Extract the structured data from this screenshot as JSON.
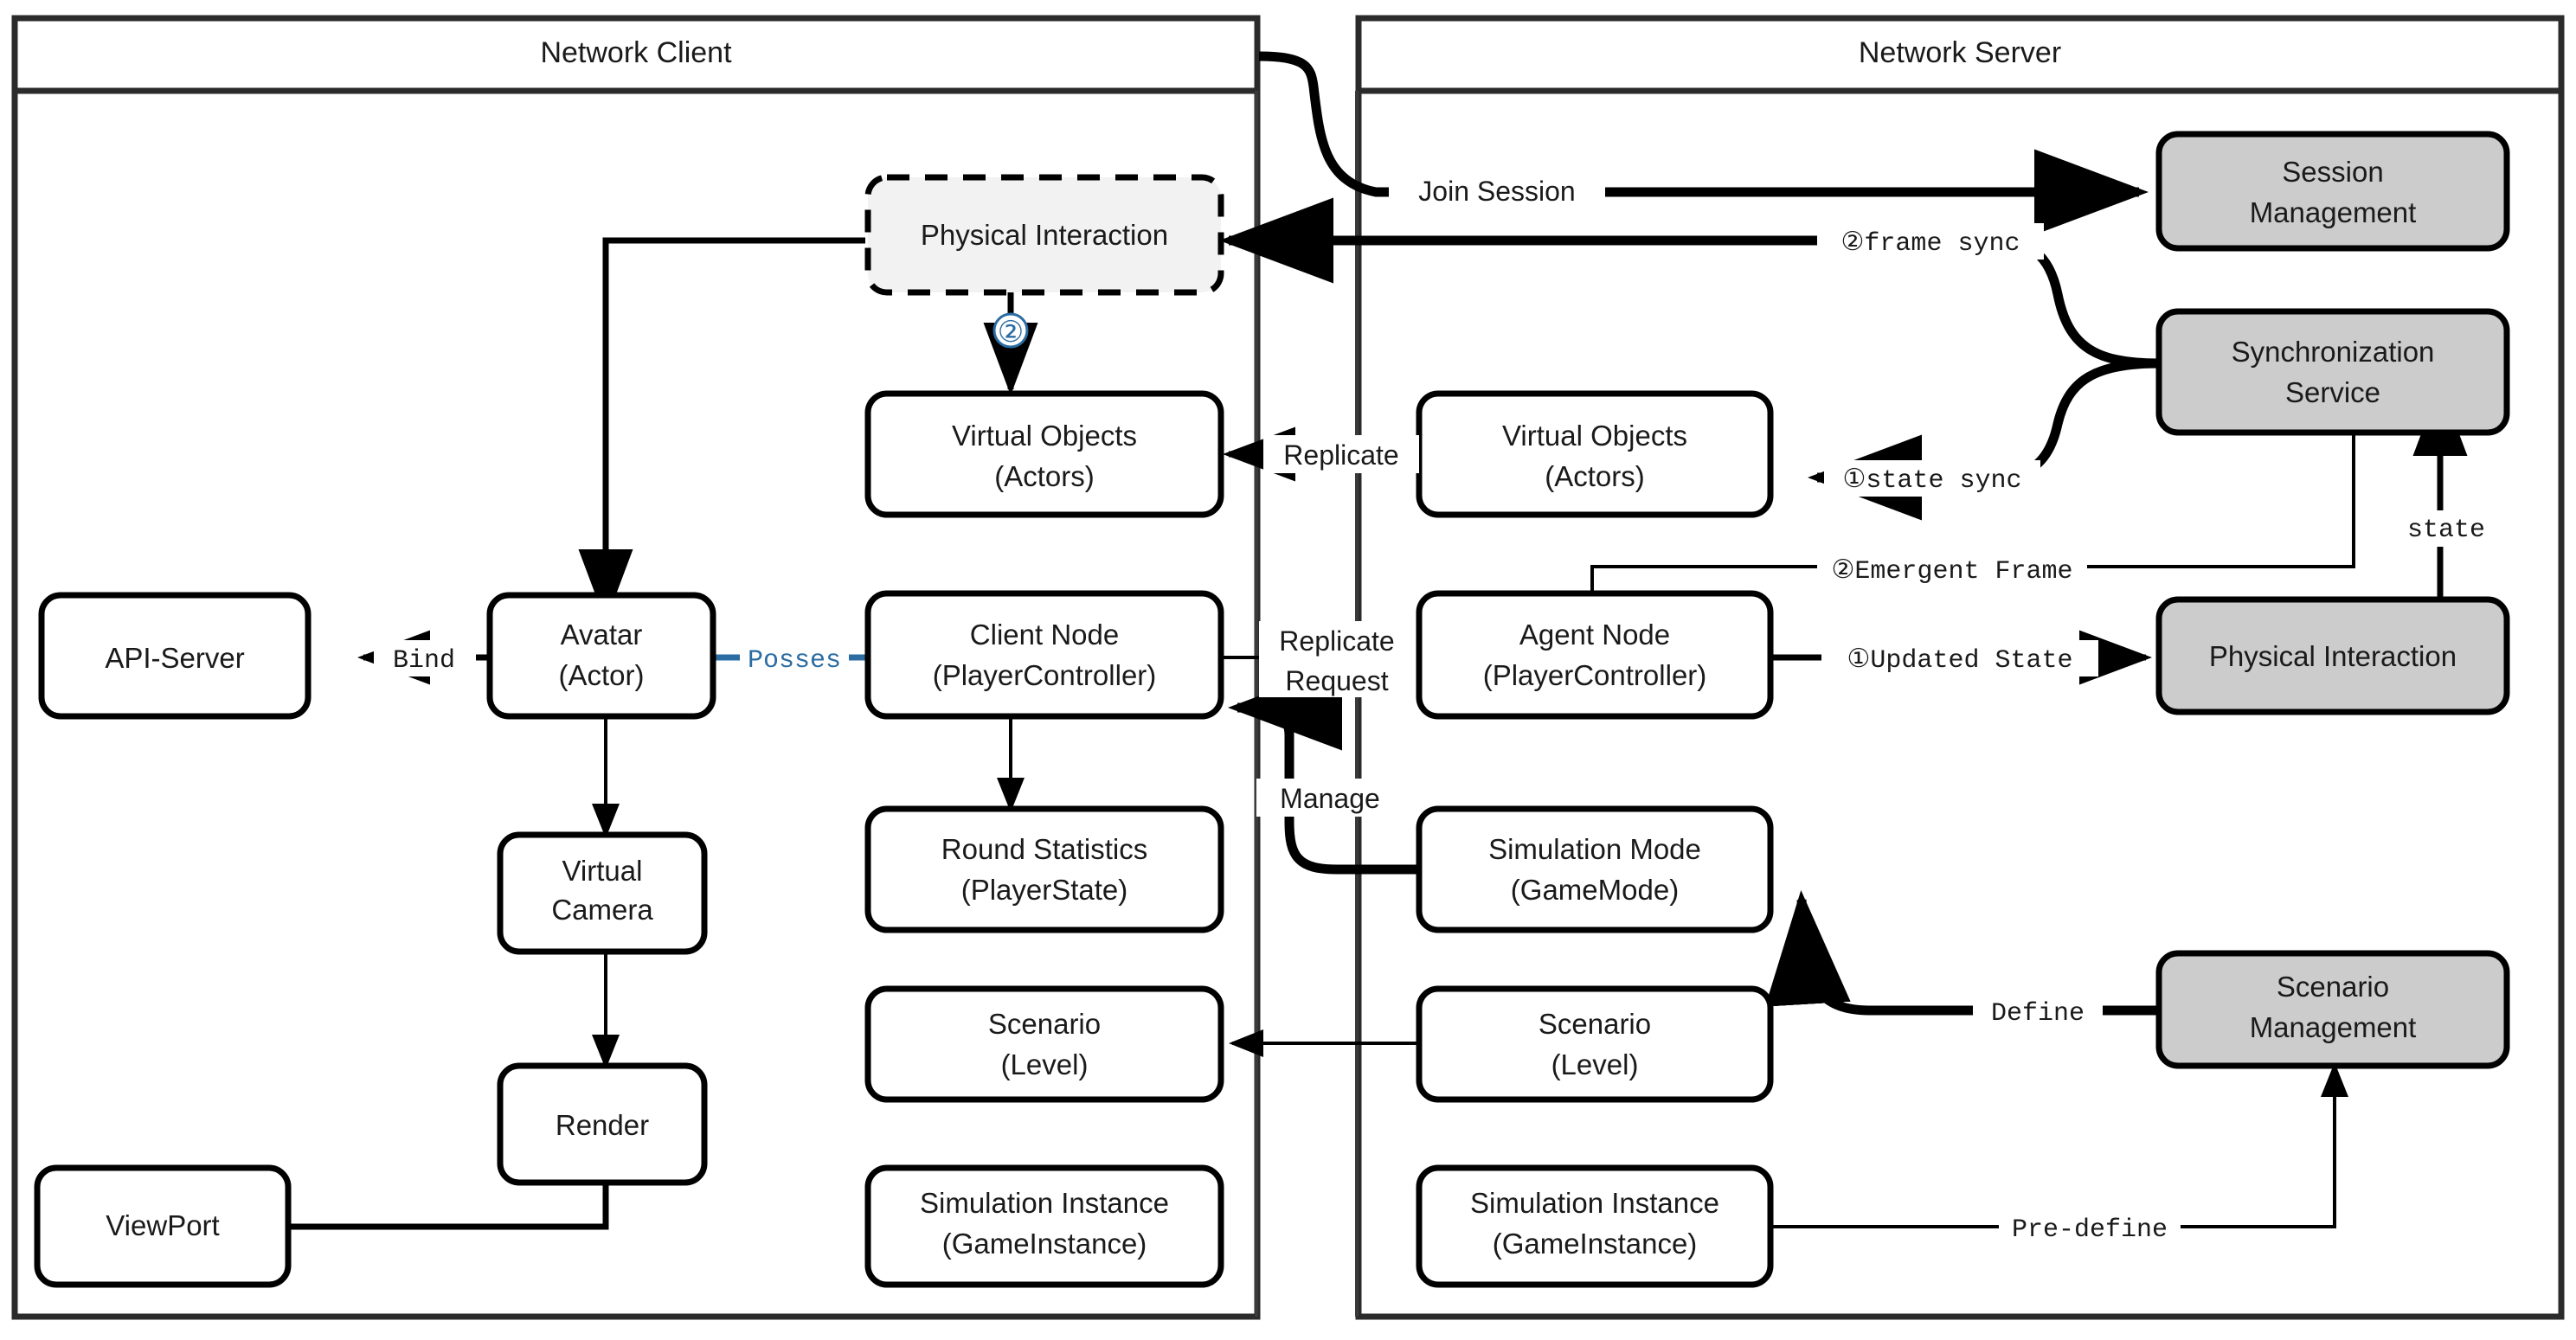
{
  "diagram": {
    "title_client": "Network Client",
    "title_server": "Network Server"
  },
  "client_nodes": {
    "physical_interaction": "Physical Interaction",
    "virtual_objects_l1": "Virtual Objects",
    "virtual_objects_l2": "(Actors)",
    "api_server": "API-Server",
    "avatar_l1": "Avatar",
    "avatar_l2": "(Actor)",
    "client_node_l1": "Client Node",
    "client_node_l2": "(PlayerController)",
    "virtual_camera_l1": "Virtual",
    "virtual_camera_l2": "Camera",
    "round_statistics_l1": "Round Statistics",
    "round_statistics_l2": "(PlayerState)",
    "render": "Render",
    "scenario_l1": "Scenario",
    "scenario_l2": "(Level)",
    "viewport": "ViewPort",
    "simulation_instance_l1": "Simulation Instance",
    "simulation_instance_l2": "(GameInstance)"
  },
  "server_nodes": {
    "virtual_objects_l1": "Virtual Objects",
    "virtual_objects_l2": "(Actors)",
    "agent_node_l1": "Agent Node",
    "agent_node_l2": "(PlayerController)",
    "simulation_mode_l1": "Simulation Mode",
    "simulation_mode_l2": "(GameMode)",
    "scenario_l1": "Scenario",
    "scenario_l2": "(Level)",
    "simulation_instance_l1": "Simulation Instance",
    "simulation_instance_l2": "(GameInstance)",
    "session_management_l1": "Session",
    "session_management_l2": "Management",
    "synchronization_service_l1": "Synchronization",
    "synchronization_service_l2": "Service",
    "physical_interaction": "Physical Interaction",
    "scenario_management_l1": "Scenario",
    "scenario_management_l2": "Management"
  },
  "edge_labels": {
    "join_session": "Join Session",
    "frame_sync": "②frame sync",
    "state_sync": "①state sync",
    "replicate": "Replicate",
    "replicate2": "Replicate",
    "request": "Request",
    "manage": "Manage",
    "bind": "Bind",
    "posses": "Posses",
    "emergent_frame": "②Emergent Frame",
    "updated_state": "①Updated State",
    "state": "state",
    "define": "Define",
    "pre_define": "Pre-define",
    "marker_two": "②"
  },
  "colors": {
    "gray_fill": "#cccccc",
    "dashed_fill": "#f2f2f2",
    "accent_blue": "#2b6ca3",
    "stroke": "#000000",
    "frame": "#2b2b2b"
  }
}
